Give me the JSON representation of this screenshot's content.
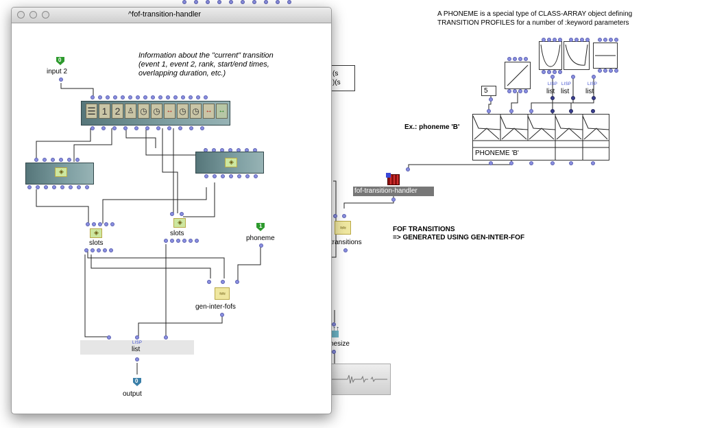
{
  "window": {
    "title": "^fof-transition-handler",
    "comment": [
      "Information about the \"current\" transition",
      "(event 1, event 2, rank, start/end times,",
      "overlapping duration, etc.)"
    ],
    "input": {
      "number": "0",
      "label": "input 2"
    },
    "phoneme_input": {
      "number": "1",
      "label": "phoneme"
    },
    "slots1": "slots",
    "slots2": "slots",
    "gen": "gen-inter-fofs",
    "list_lisp": "LISP",
    "list_label": "list",
    "output": {
      "number": "0",
      "label": "output"
    },
    "info_cells": [
      "1",
      "2"
    ]
  },
  "main": {
    "header": [
      "A PHONEME is a special type of CLASS-ARRAY object defining",
      "TRANSITION PROFILES for a number of :keyword parameters"
    ],
    "number_box": "5",
    "lisp_tag": "LISP",
    "list_labels": [
      "list",
      "list",
      "list"
    ],
    "example_label": "Ex.: phoneme 'B'",
    "phoneme_name": "PHONEME 'B'",
    "handler_label": "fof-transition-handler",
    "transitions_label": "transitions",
    "fof_note": [
      "FOF TRANSITIONS",
      "=> GENERATED USING GEN-INTER-FOF"
    ],
    "partial_box": [
      "(s",
      ")(s"
    ],
    "synth_label": "hesize"
  }
}
